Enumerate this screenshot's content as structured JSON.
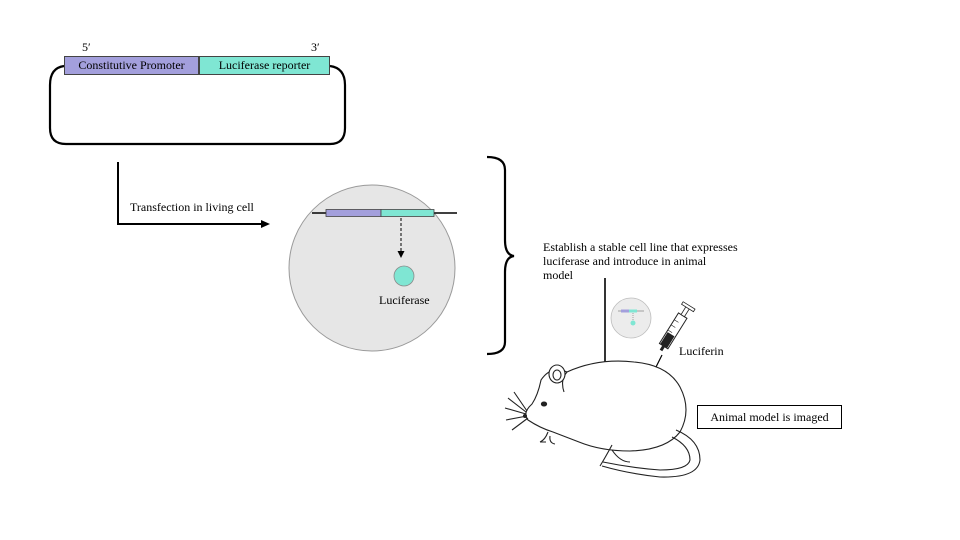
{
  "colors": {
    "promoter": "#a39fdc",
    "reporter": "#7fe6d3",
    "cell_fill": "#e6e6e6",
    "luciferase_dot": "#7fe6d3",
    "glow": "#f2c9a2"
  },
  "plasmid": {
    "end_5": "5′",
    "end_3": "3′",
    "promoter_label": "Constitutive Promoter",
    "reporter_label": "Luciferase reporter"
  },
  "steps": {
    "transfection": "Transfection in living cell",
    "protein": "Luciferase",
    "establish_line1": "Establish a stable cell line that expresses",
    "establish_line2": "luciferase and introduce in animal",
    "establish_line3": "model",
    "substrate": "Luciferin",
    "outcome": "Animal model is imaged"
  },
  "icons": [
    "syringe-icon",
    "mouse-illustration",
    "cell-thumbnail-icon"
  ]
}
